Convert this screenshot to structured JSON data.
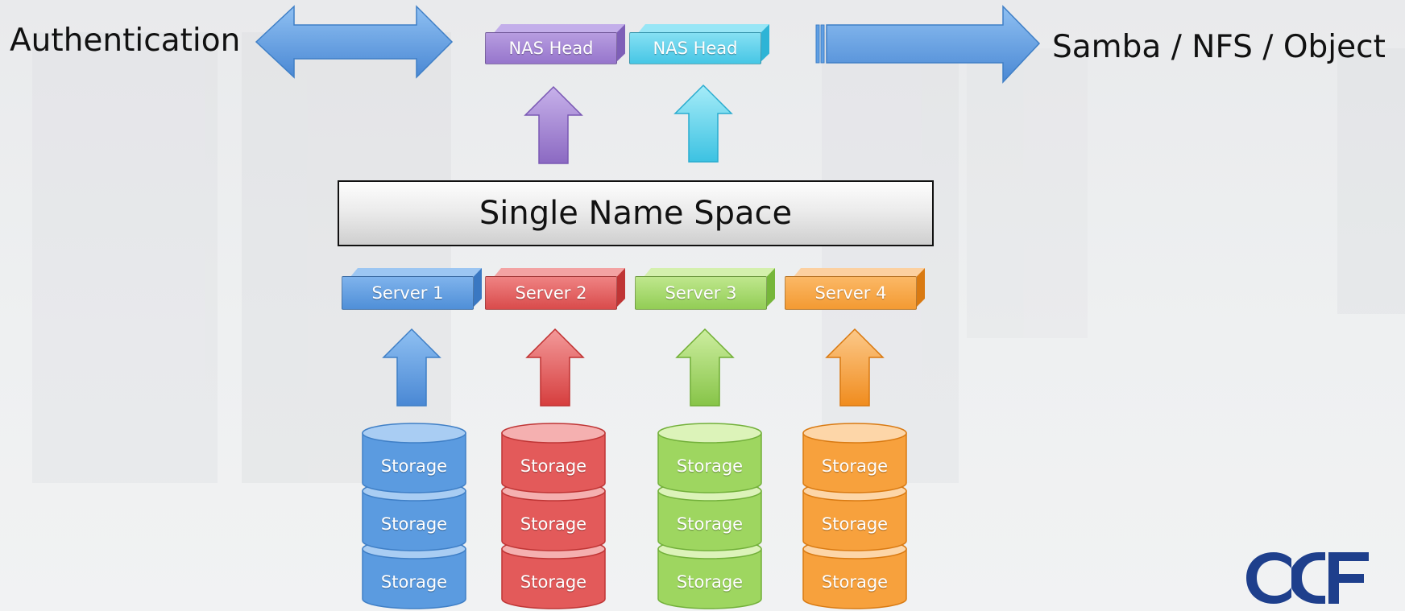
{
  "labels": {
    "authentication": "Authentication",
    "protocols": "Samba / NFS / Object",
    "namespace": "Single Name Space"
  },
  "nas_heads": [
    {
      "label": "NAS Head",
      "color": "#a98bd6"
    },
    {
      "label": "NAS Head",
      "color": "#62d4ec"
    }
  ],
  "servers": [
    {
      "label": "Server 1",
      "color": "#5b9be0"
    },
    {
      "label": "Server 2",
      "color": "#e35a5a"
    },
    {
      "label": "Server 3",
      "color": "#9ed660"
    },
    {
      "label": "Server 4",
      "color": "#f7a13d"
    }
  ],
  "storage_label": "Storage",
  "storage_rows": 3,
  "logo": "OCF",
  "colors": {
    "blue_arrow": "#5f9fe4",
    "purple": "#a98bd6",
    "cyan": "#62d4ec",
    "blue": "#5b9be0",
    "red": "#e35a5a",
    "green": "#9ed660",
    "orange": "#f7a13d",
    "logo": "#1e3f8c"
  }
}
